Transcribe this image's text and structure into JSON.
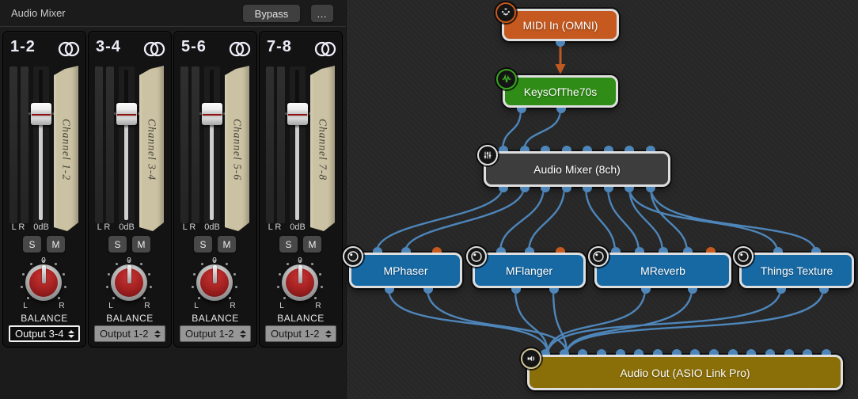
{
  "mixer_panel": {
    "title": "Audio Mixer",
    "bypass_label": "Bypass",
    "menu_label": "…",
    "strips": [
      {
        "label": "1-2",
        "tape_label": "Channel 1-2",
        "meters_caption": "L R",
        "fader_caption": "0dB",
        "solo_label": "S",
        "mute_label": "M",
        "pan_top": "0",
        "pan_left": "L",
        "pan_right": "R",
        "balance_caption": "BALANCE",
        "output_value": "Output 3-4",
        "output_selected": true
      },
      {
        "label": "3-4",
        "tape_label": "Channel 3-4",
        "meters_caption": "L R",
        "fader_caption": "0dB",
        "solo_label": "S",
        "mute_label": "M",
        "pan_top": "0",
        "pan_left": "L",
        "pan_right": "R",
        "balance_caption": "BALANCE",
        "output_value": "Output 1-2",
        "output_selected": false
      },
      {
        "label": "5-6",
        "tape_label": "Channel 5-6",
        "meters_caption": "L R",
        "fader_caption": "0dB",
        "solo_label": "S",
        "mute_label": "M",
        "pan_top": "0",
        "pan_left": "L",
        "pan_right": "R",
        "balance_caption": "BALANCE",
        "output_value": "Output 1-2",
        "output_selected": false
      },
      {
        "label": "7-8",
        "tape_label": "Channel 7-8",
        "meters_caption": "L R",
        "fader_caption": "0dB",
        "solo_label": "S",
        "mute_label": "M",
        "pan_top": "0",
        "pan_left": "L",
        "pan_right": "R",
        "balance_caption": "BALANCE",
        "output_value": "Output 1-2",
        "output_selected": false
      }
    ]
  },
  "graph": {
    "nodes": {
      "midi_in": {
        "label": "MIDI In (OMNI)",
        "color": "#c5591f"
      },
      "keys": {
        "label": "KeysOfThe70s",
        "color": "#2f8c16"
      },
      "mixer": {
        "label": "Audio Mixer (8ch)",
        "color": "#3d3d3d"
      },
      "mphaser": {
        "label": "MPhaser",
        "color": "#1769a4"
      },
      "mflanger": {
        "label": "MFlanger",
        "color": "#1769a4"
      },
      "mreverb": {
        "label": "MReverb",
        "color": "#1769a4"
      },
      "things": {
        "label": "Things Texture",
        "color": "#1769a4"
      },
      "audio_out": {
        "label": "Audio Out (ASIO Link Pro)",
        "color": "#8a6e07"
      }
    },
    "ports": {
      "mixer_inputs": "8",
      "mixer_outputs": "8",
      "audio_out_inputs": "16"
    },
    "cable_color": "#4e86ba",
    "midi_cable_color": "#bf5a20"
  }
}
